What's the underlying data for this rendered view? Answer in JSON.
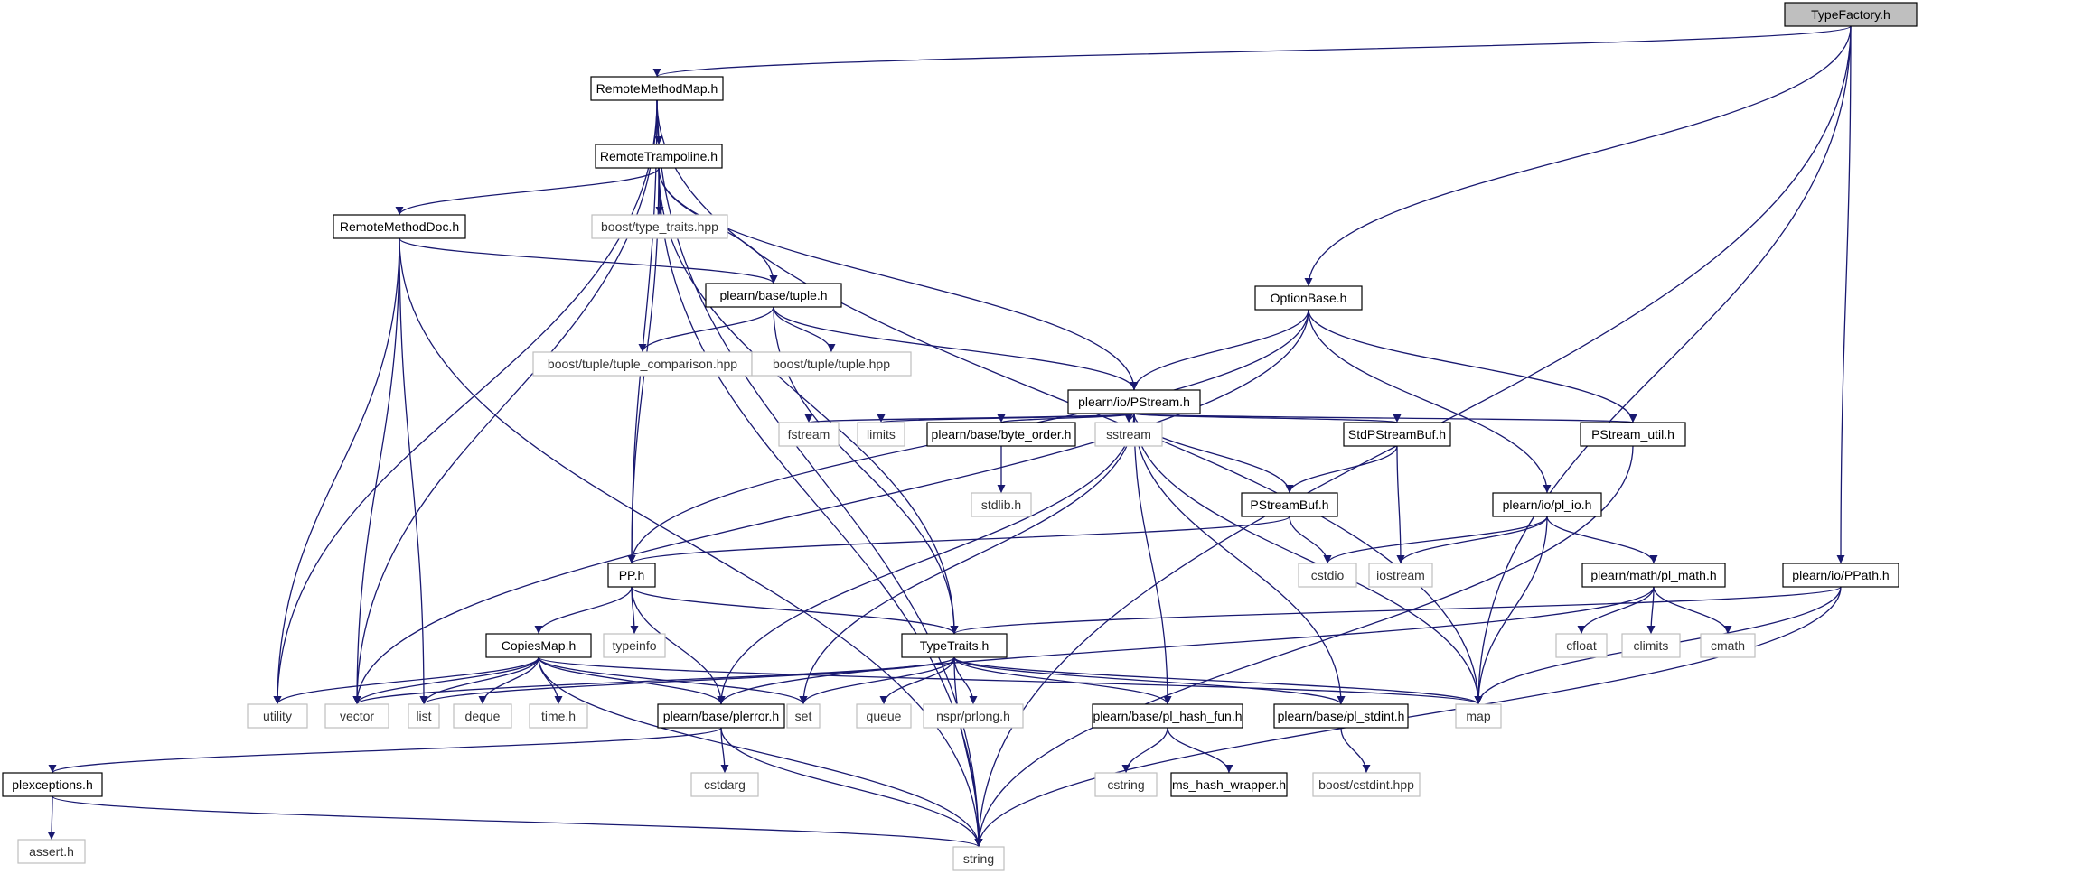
{
  "graph": {
    "colors": {
      "edge": "#191970",
      "local_border": "#000000",
      "external_border": "#bfbfbf",
      "root_fill": "#bfbfbf"
    },
    "nodes": [
      {
        "id": "TypeFactory",
        "label": "TypeFactory.h",
        "kind": "root"
      },
      {
        "id": "RemoteMethodMap",
        "label": "RemoteMethodMap.h",
        "kind": "local"
      },
      {
        "id": "RemoteTrampoline",
        "label": "RemoteTrampoline.h",
        "kind": "local"
      },
      {
        "id": "RemoteMethodDoc",
        "label": "RemoteMethodDoc.h",
        "kind": "local"
      },
      {
        "id": "boost_type_traits",
        "label": "boost/type_traits.hpp",
        "kind": "external"
      },
      {
        "id": "OptionBase",
        "label": "OptionBase.h",
        "kind": "local"
      },
      {
        "id": "tuple",
        "label": "plearn/base/tuple.h",
        "kind": "local"
      },
      {
        "id": "tuple_comparison",
        "label": "boost/tuple/tuple_comparison.hpp",
        "kind": "external"
      },
      {
        "id": "boost_tuple",
        "label": "boost/tuple/tuple.hpp",
        "kind": "external"
      },
      {
        "id": "PStream",
        "label": "plearn/io/PStream.h",
        "kind": "local"
      },
      {
        "id": "fstream",
        "label": "fstream",
        "kind": "external"
      },
      {
        "id": "limits",
        "label": "limits",
        "kind": "external"
      },
      {
        "id": "byte_order",
        "label": "plearn/base/byte_order.h",
        "kind": "local"
      },
      {
        "id": "sstream",
        "label": "sstream",
        "kind": "external"
      },
      {
        "id": "StdPStreamBuf",
        "label": "StdPStreamBuf.h",
        "kind": "local"
      },
      {
        "id": "PStream_util",
        "label": "PStream_util.h",
        "kind": "local"
      },
      {
        "id": "stdlib",
        "label": "stdlib.h",
        "kind": "external"
      },
      {
        "id": "PStreamBuf",
        "label": "PStreamBuf.h",
        "kind": "local"
      },
      {
        "id": "pl_io",
        "label": "plearn/io/pl_io.h",
        "kind": "local"
      },
      {
        "id": "PP",
        "label": "PP.h",
        "kind": "local"
      },
      {
        "id": "cstdio",
        "label": "cstdio",
        "kind": "external"
      },
      {
        "id": "iostream",
        "label": "iostream",
        "kind": "external"
      },
      {
        "id": "pl_math",
        "label": "plearn/math/pl_math.h",
        "kind": "local"
      },
      {
        "id": "PPath",
        "label": "plearn/io/PPath.h",
        "kind": "local"
      },
      {
        "id": "typeinfo",
        "label": "typeinfo",
        "kind": "external"
      },
      {
        "id": "CopiesMap",
        "label": "CopiesMap.h",
        "kind": "local"
      },
      {
        "id": "TypeTraits",
        "label": "TypeTraits.h",
        "kind": "local"
      },
      {
        "id": "cfloat",
        "label": "cfloat",
        "kind": "external"
      },
      {
        "id": "climits",
        "label": "climits",
        "kind": "external"
      },
      {
        "id": "cmath",
        "label": "cmath",
        "kind": "external"
      },
      {
        "id": "utility",
        "label": "utility",
        "kind": "external"
      },
      {
        "id": "vector",
        "label": "vector",
        "kind": "external"
      },
      {
        "id": "list",
        "label": "list",
        "kind": "external"
      },
      {
        "id": "deque",
        "label": "deque",
        "kind": "external"
      },
      {
        "id": "time",
        "label": "time.h",
        "kind": "external"
      },
      {
        "id": "plerror",
        "label": "plearn/base/plerror.h",
        "kind": "local"
      },
      {
        "id": "set",
        "label": "set",
        "kind": "external"
      },
      {
        "id": "queue",
        "label": "queue",
        "kind": "external"
      },
      {
        "id": "prlong",
        "label": "nspr/prlong.h",
        "kind": "external"
      },
      {
        "id": "pl_hash_fun",
        "label": "plearn/base/pl_hash_fun.h",
        "kind": "local"
      },
      {
        "id": "pl_stdint",
        "label": "plearn/base/pl_stdint.h",
        "kind": "local"
      },
      {
        "id": "map",
        "label": "map",
        "kind": "external"
      },
      {
        "id": "plexceptions",
        "label": "plexceptions.h",
        "kind": "local"
      },
      {
        "id": "cstdarg",
        "label": "cstdarg",
        "kind": "external"
      },
      {
        "id": "cstring",
        "label": "cstring",
        "kind": "external"
      },
      {
        "id": "ms_hash_wrapper",
        "label": "ms_hash_wrapper.h",
        "kind": "local"
      },
      {
        "id": "cstdint",
        "label": "boost/cstdint.hpp",
        "kind": "external"
      },
      {
        "id": "assert",
        "label": "assert.h",
        "kind": "external"
      },
      {
        "id": "string",
        "label": "string",
        "kind": "external"
      }
    ],
    "edges": [
      [
        "TypeFactory",
        "RemoteMethodMap"
      ],
      [
        "TypeFactory",
        "OptionBase"
      ],
      [
        "TypeFactory",
        "PPath"
      ],
      [
        "TypeFactory",
        "map"
      ],
      [
        "TypeFactory",
        "string"
      ],
      [
        "RemoteMethodMap",
        "RemoteTrampoline"
      ],
      [
        "RemoteMethodMap",
        "PP"
      ],
      [
        "RemoteMethodMap",
        "utility"
      ],
      [
        "RemoteMethodMap",
        "vector"
      ],
      [
        "RemoteMethodMap",
        "map"
      ],
      [
        "RemoteMethodMap",
        "string"
      ],
      [
        "RemoteTrampoline",
        "RemoteMethodDoc"
      ],
      [
        "RemoteTrampoline",
        "boost_type_traits"
      ],
      [
        "RemoteTrampoline",
        "tuple"
      ],
      [
        "RemoteTrampoline",
        "PStream"
      ],
      [
        "RemoteTrampoline",
        "PP"
      ],
      [
        "RemoteTrampoline",
        "TypeTraits"
      ],
      [
        "RemoteTrampoline",
        "string"
      ],
      [
        "RemoteMethodDoc",
        "tuple"
      ],
      [
        "RemoteMethodDoc",
        "utility"
      ],
      [
        "RemoteMethodDoc",
        "vector"
      ],
      [
        "RemoteMethodDoc",
        "list"
      ],
      [
        "RemoteMethodDoc",
        "string"
      ],
      [
        "tuple",
        "tuple_comparison"
      ],
      [
        "tuple",
        "boost_tuple"
      ],
      [
        "tuple",
        "PStream"
      ],
      [
        "tuple",
        "TypeTraits"
      ],
      [
        "OptionBase",
        "PStream"
      ],
      [
        "OptionBase",
        "PStream_util"
      ],
      [
        "OptionBase",
        "pl_io"
      ],
      [
        "OptionBase",
        "PP"
      ],
      [
        "OptionBase",
        "vector"
      ],
      [
        "PStream",
        "fstream"
      ],
      [
        "PStream",
        "limits"
      ],
      [
        "PStream",
        "byte_order"
      ],
      [
        "PStream",
        "sstream"
      ],
      [
        "PStream",
        "StdPStreamBuf"
      ],
      [
        "PStream",
        "PStream_util"
      ],
      [
        "PStream",
        "PStreamBuf"
      ],
      [
        "PStream",
        "plerror"
      ],
      [
        "PStream",
        "set"
      ],
      [
        "PStream",
        "pl_hash_fun"
      ],
      [
        "PStream",
        "pl_stdint"
      ],
      [
        "PStream",
        "map"
      ],
      [
        "byte_order",
        "stdlib"
      ],
      [
        "StdPStreamBuf",
        "PStreamBuf"
      ],
      [
        "StdPStreamBuf",
        "iostream"
      ],
      [
        "PStream_util",
        "string"
      ],
      [
        "PStreamBuf",
        "PP"
      ],
      [
        "PStreamBuf",
        "cstdio"
      ],
      [
        "pl_io",
        "cstdio"
      ],
      [
        "pl_io",
        "iostream"
      ],
      [
        "pl_io",
        "pl_math"
      ],
      [
        "pl_io",
        "map"
      ],
      [
        "PP",
        "typeinfo"
      ],
      [
        "PP",
        "CopiesMap"
      ],
      [
        "PP",
        "TypeTraits"
      ],
      [
        "PP",
        "plerror"
      ],
      [
        "pl_math",
        "cfloat"
      ],
      [
        "pl_math",
        "climits"
      ],
      [
        "pl_math",
        "cmath"
      ],
      [
        "pl_math",
        "plerror"
      ],
      [
        "PPath",
        "TypeTraits"
      ],
      [
        "PPath",
        "map"
      ],
      [
        "PPath",
        "string"
      ],
      [
        "CopiesMap",
        "utility"
      ],
      [
        "CopiesMap",
        "vector"
      ],
      [
        "CopiesMap",
        "list"
      ],
      [
        "CopiesMap",
        "deque"
      ],
      [
        "CopiesMap",
        "time"
      ],
      [
        "CopiesMap",
        "plerror"
      ],
      [
        "CopiesMap",
        "set"
      ],
      [
        "CopiesMap",
        "map"
      ],
      [
        "CopiesMap",
        "string"
      ],
      [
        "TypeTraits",
        "vector"
      ],
      [
        "TypeTraits",
        "list"
      ],
      [
        "TypeTraits",
        "set"
      ],
      [
        "TypeTraits",
        "queue"
      ],
      [
        "TypeTraits",
        "prlong"
      ],
      [
        "TypeTraits",
        "pl_hash_fun"
      ],
      [
        "TypeTraits",
        "pl_stdint"
      ],
      [
        "TypeTraits",
        "map"
      ],
      [
        "TypeTraits",
        "string"
      ],
      [
        "plerror",
        "plexceptions"
      ],
      [
        "plerror",
        "cstdarg"
      ],
      [
        "plerror",
        "string"
      ],
      [
        "pl_hash_fun",
        "cstring"
      ],
      [
        "pl_hash_fun",
        "ms_hash_wrapper"
      ],
      [
        "pl_stdint",
        "cstdint"
      ],
      [
        "plexceptions",
        "assert"
      ],
      [
        "plexceptions",
        "string"
      ]
    ]
  }
}
